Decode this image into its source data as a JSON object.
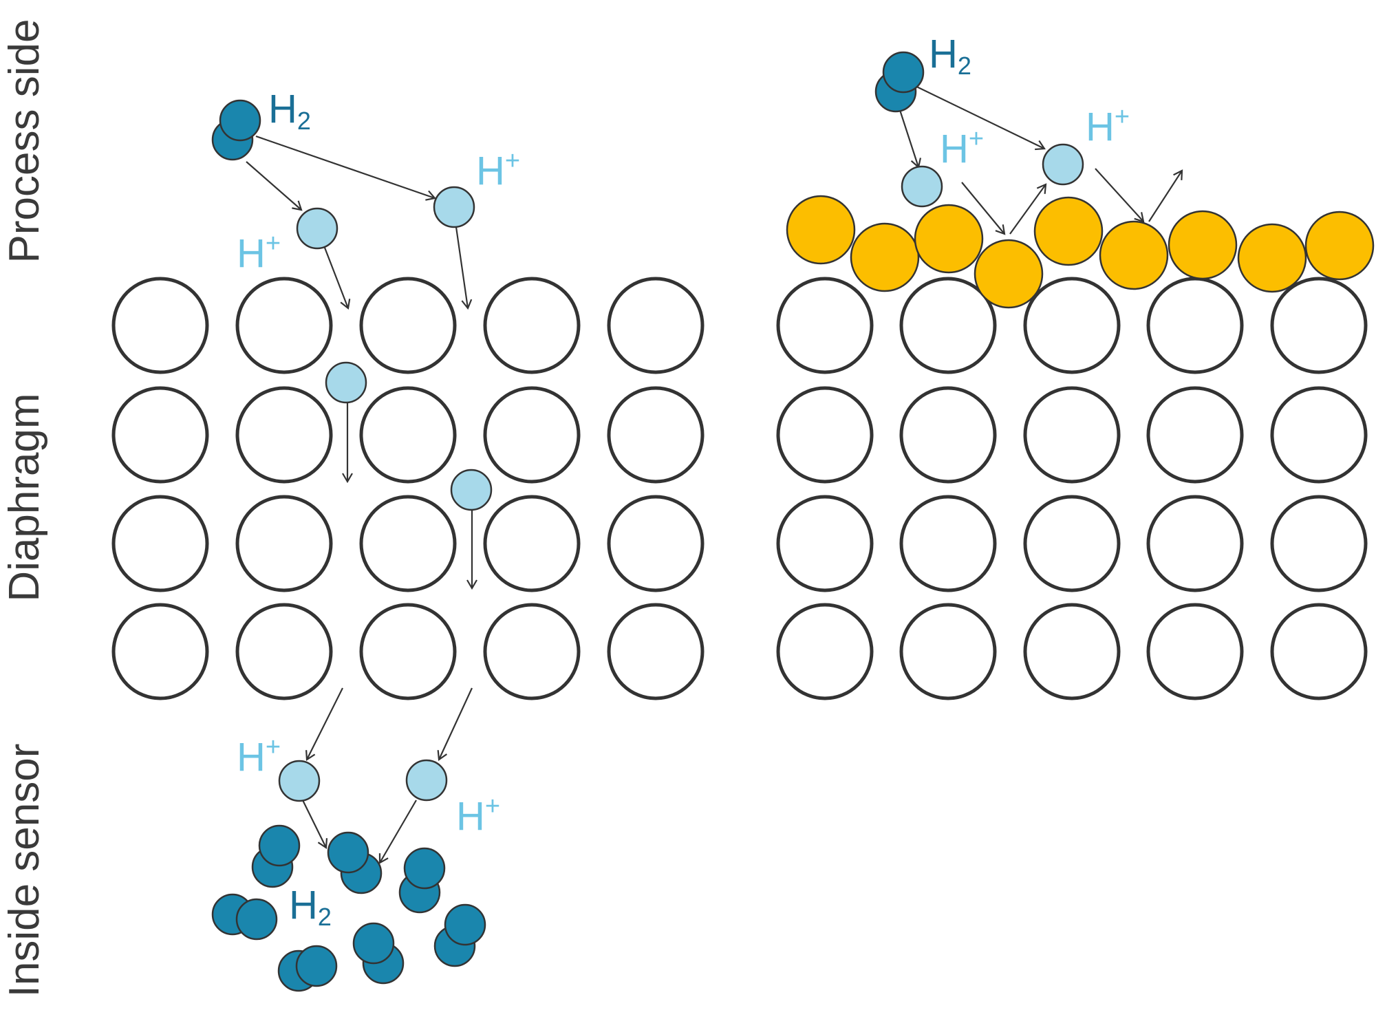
{
  "labels": {
    "process_side": "Process side",
    "diaphragm": "Diaphragm",
    "inside_sensor": "Inside sensor"
  },
  "molecules": {
    "h2": {
      "main": "H",
      "sub": "2"
    },
    "h_plus": {
      "main": "H",
      "sup": "+"
    }
  },
  "colors": {
    "h2_molecule": "#1a86ad",
    "h_plus_ion": "#a7d9ea",
    "h2_text": "#1a6f96",
    "h_plus_text": "#6cc4e4",
    "gold_coating": "#fcbe00",
    "lattice_outline": "#333333"
  }
}
